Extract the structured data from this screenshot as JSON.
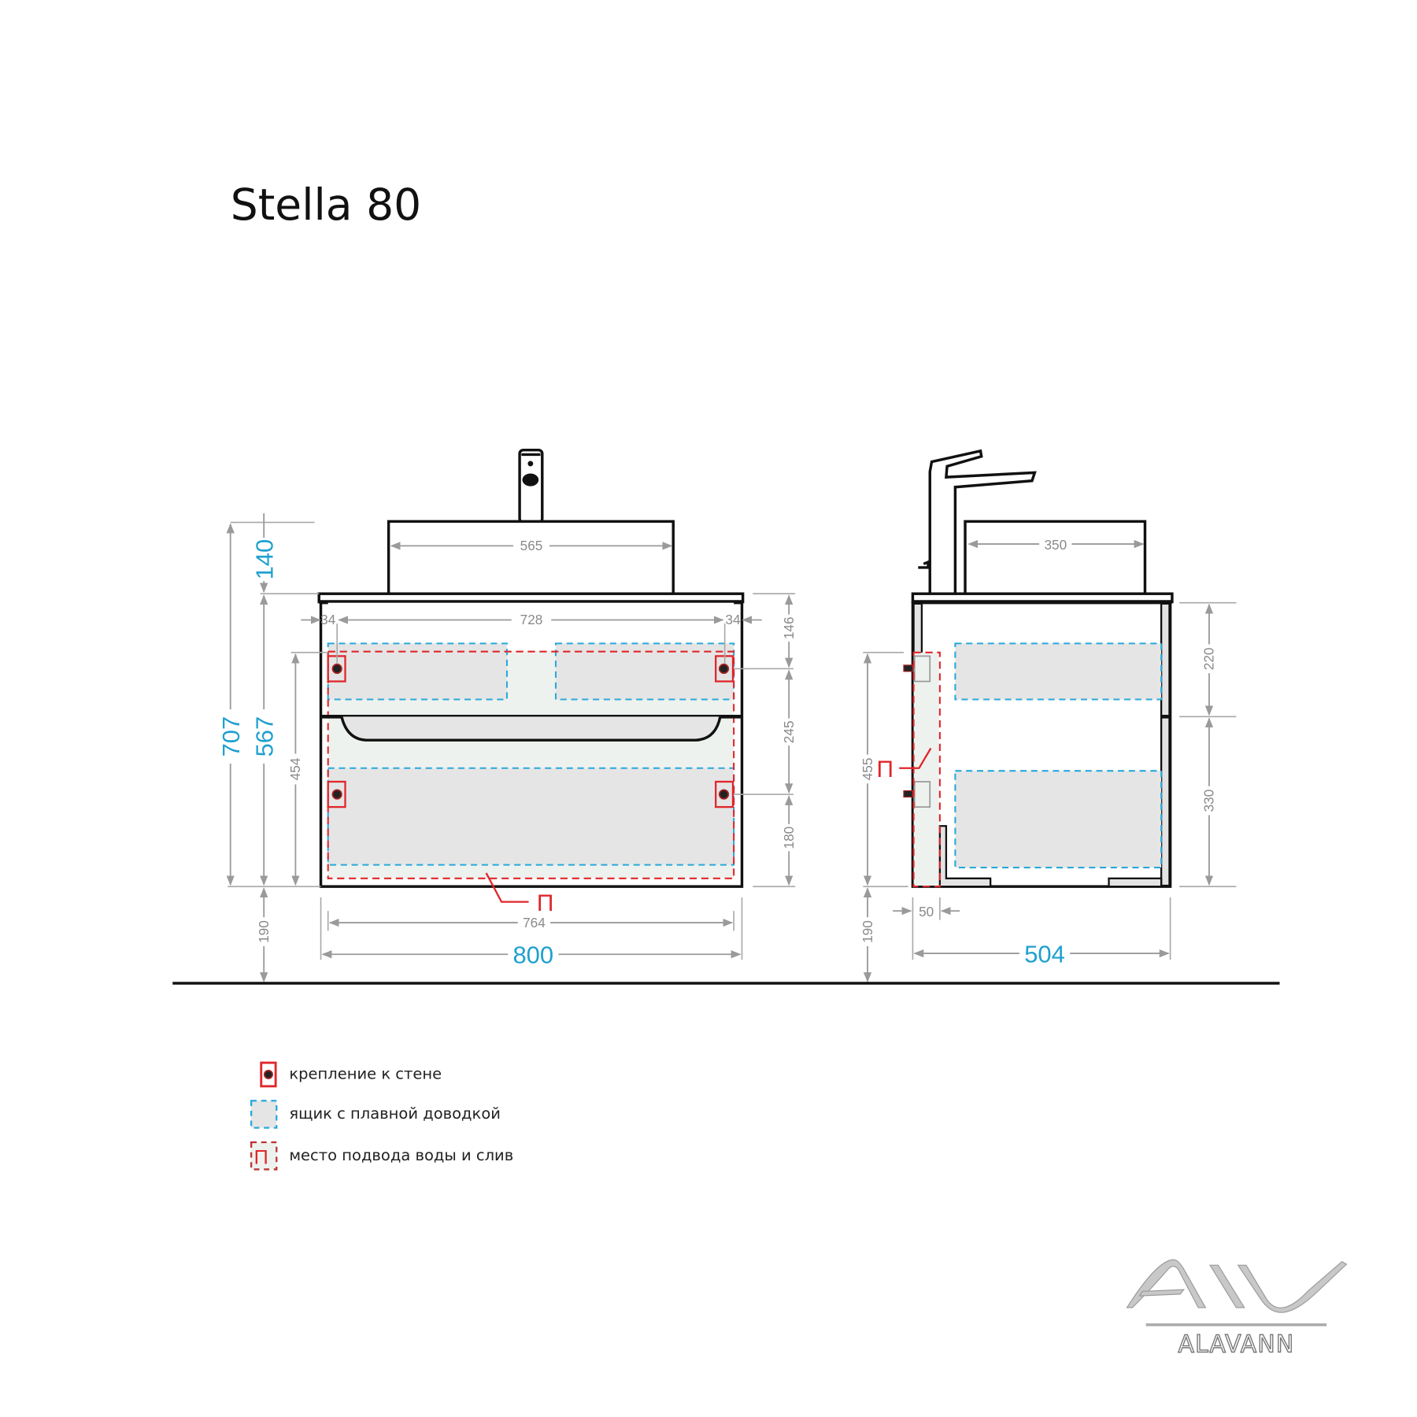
{
  "title": "Stella 80",
  "front_view": {
    "dims": {
      "overall_height": "707",
      "basin_height": "140",
      "cabinet_height": "567",
      "plumbing_height": "454",
      "floor_gap": "190",
      "basin_width": "565",
      "mount_spacing": "728",
      "mount_offset_left": "34",
      "mount_offset_right": "34",
      "top_to_mount": "146",
      "mount_to_mount": "245",
      "mount_to_bottom": "180",
      "inner_width": "764",
      "overall_width": "800"
    },
    "plumbing_marker": "П"
  },
  "side_view": {
    "dims": {
      "plumbing_height": "455",
      "floor_gap": "190",
      "basin_depth": "350",
      "upper_drawer": "220",
      "lower_drawer": "330",
      "plumbing_depth": "50",
      "overall_depth": "504"
    },
    "plumbing_marker": "П"
  },
  "legend": {
    "items": [
      {
        "icon": "wall-mount-icon",
        "label": "крепление к стене"
      },
      {
        "icon": "soft-close-drawer-icon",
        "label": "ящик с плавной доводкой"
      },
      {
        "icon": "plumbing-area-icon",
        "label": "место подвода воды и слив",
        "glyph": "П"
      }
    ]
  },
  "logo": {
    "mark": "AW",
    "name": "ALAVANN"
  },
  "colors": {
    "accent_blue": "#1fa0cf",
    "plumbing_red": "#e0262b",
    "drawer_fill": "#e5e5e5",
    "dimension_gray": "#9a9a9a"
  }
}
